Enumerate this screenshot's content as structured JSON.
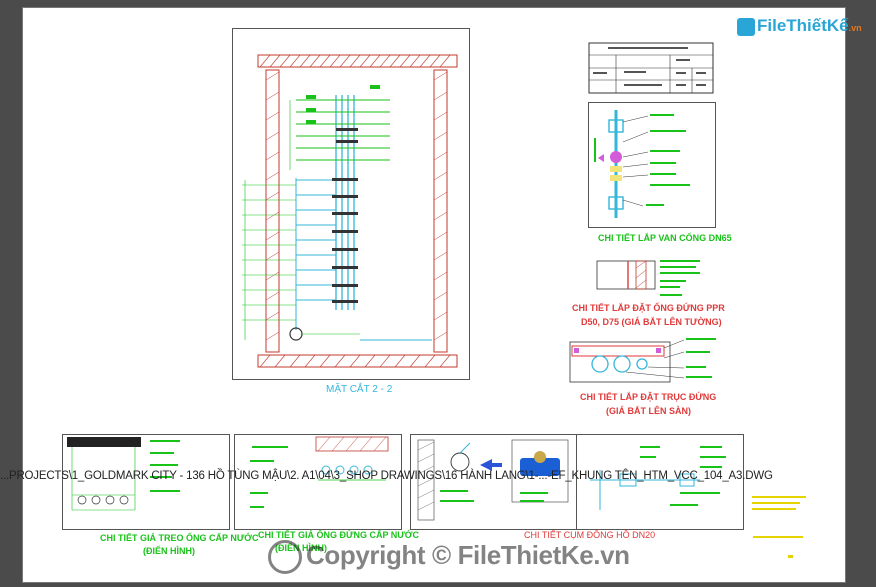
{
  "logo": {
    "brand": "FileThiếtKế",
    "suffix": ".vn"
  },
  "section_main": {
    "title": "MẶT CẮT 2 - 2"
  },
  "details": {
    "valve": {
      "title": "CHI TIẾT LẮP VAN CỔNG DN65"
    },
    "riser_pipe": {
      "title_line1": "CHI TIẾT LẮP ĐẶT ỐNG ĐỨNG PPR",
      "title_line2": "D50, D75 (GIÁ BẮT LÊN TƯỜNG)"
    },
    "riser_floor": {
      "title_line1": "CHI TIẾT LẮP ĐẶT TRỤC ĐỨNG",
      "title_line2": "(GIÁ BẮT LÊN SÀN)"
    },
    "hanger": {
      "title_line1": "CHI TIẾT GIÁ TREO ỐNG CẤP NƯỚC",
      "title_line2": "(ĐIỂN HÌNH)"
    },
    "support": {
      "title_line1": "CHI TIẾT GIÁ  ỐNG ĐỨNG CẤP NƯỚC",
      "title_line2": "(ĐIỂN HÌNH)"
    },
    "meter": {
      "title": "CHI TIẾT CỤM ĐỒNG HỒ DN20"
    }
  },
  "file_path": "...PROJECTS\\1_GOLDMARK CITY - 136 HỒ TÙNG MẬU\\2. A1\\04\\3_SHOP DRAWINGS\\16 HÀNH LANG\\1-...-EF_KHUNG TÊN_HTM_VCC_104_A3.DWG",
  "watermark": "Copyright © FileThietKe.vn",
  "colors": {
    "green": "#19c219",
    "red": "#e03a3a",
    "cyan": "#33b7d9",
    "hatch": "#c0392b"
  }
}
